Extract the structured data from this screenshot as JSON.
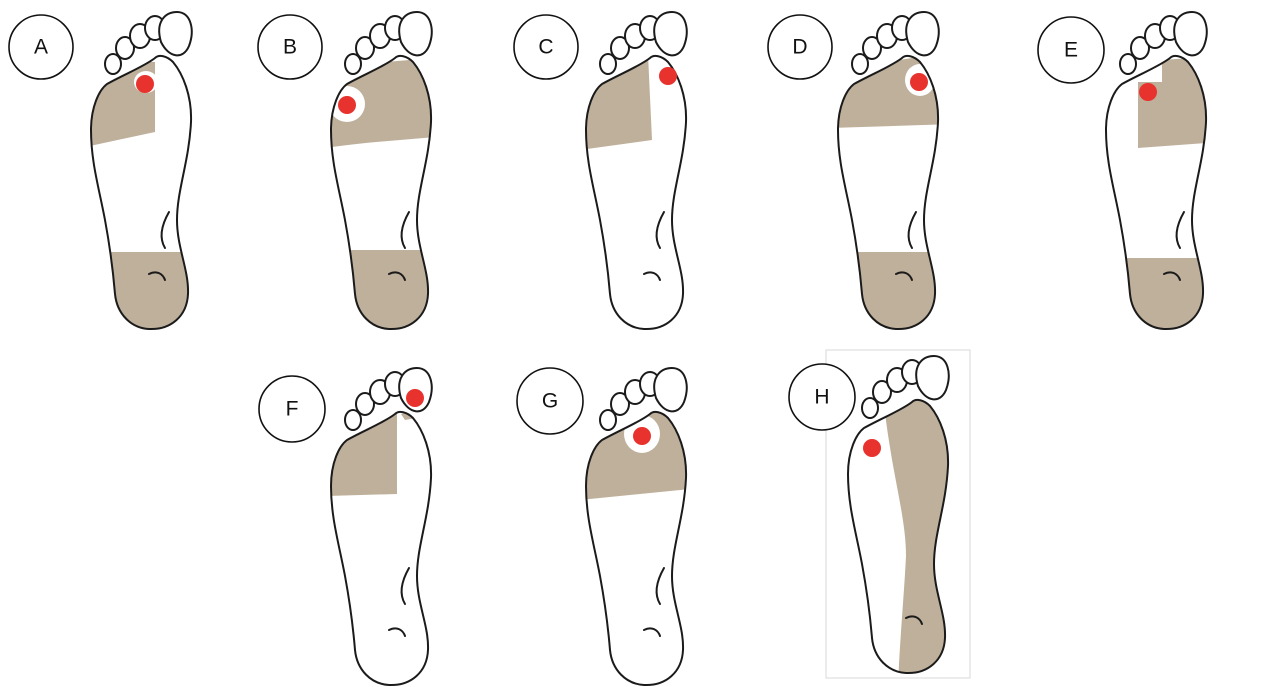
{
  "panels": [
    {
      "id": "A",
      "label": "A"
    },
    {
      "id": "B",
      "label": "B"
    },
    {
      "id": "C",
      "label": "C"
    },
    {
      "id": "D",
      "label": "D"
    },
    {
      "id": "E",
      "label": "E"
    },
    {
      "id": "F",
      "label": "F"
    },
    {
      "id": "G",
      "label": "G"
    },
    {
      "id": "H",
      "label": "H"
    }
  ],
  "colors": {
    "pad": "#bfb09b",
    "lesion": "#e8322d",
    "outline": "#1b1b1b"
  }
}
